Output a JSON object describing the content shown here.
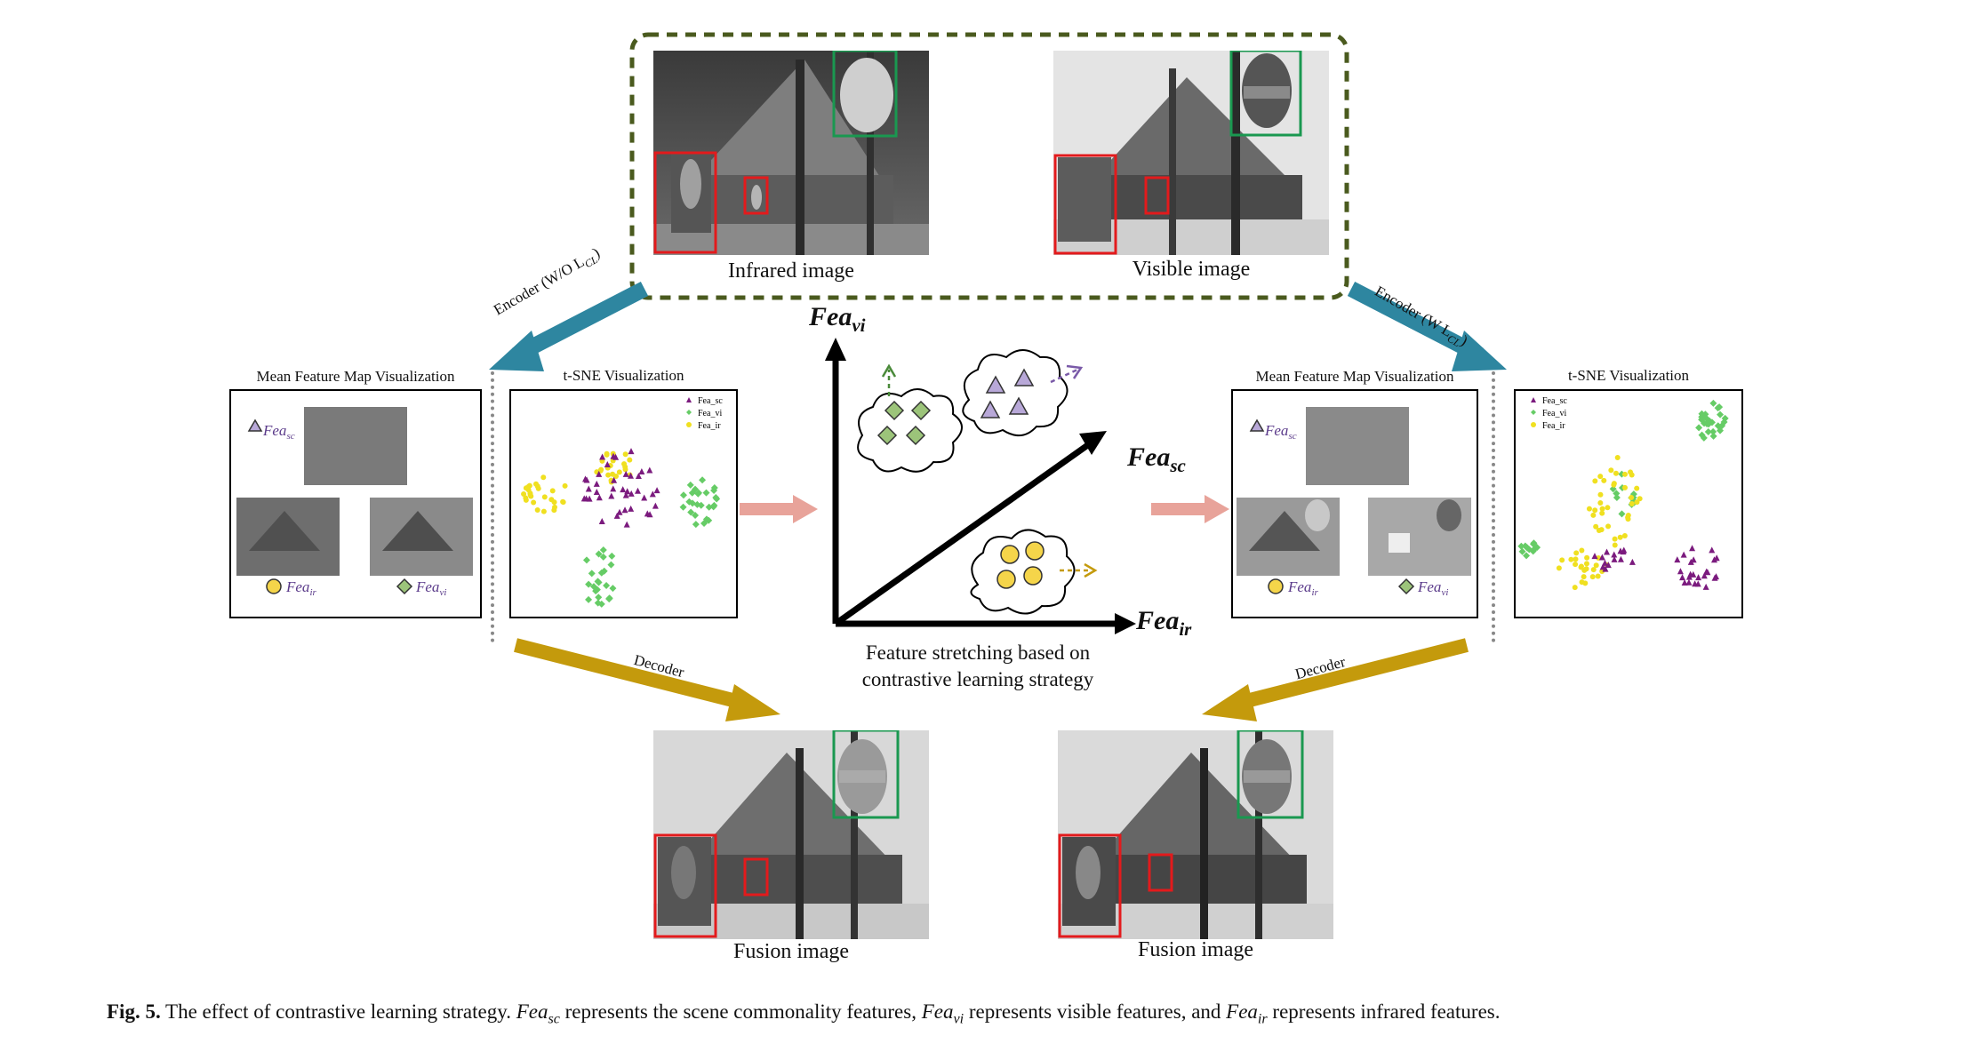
{
  "images": {
    "infrared": "Infrared image",
    "visible": "Visible image",
    "fusion_left": "Fusion image",
    "fusion_right": "Fusion image"
  },
  "arrows": {
    "encoder_left": "Encoder (W/O L",
    "encoder_left_sub": "CL",
    "encoder_left_end": ")",
    "encoder_right": "Encoder (W L",
    "encoder_right_sub": "CL",
    "encoder_right_end": ")",
    "decoder_left": "Decoder",
    "decoder_right": "Decoder"
  },
  "left_panels": {
    "mean_title": "Mean Feature Map Visualization",
    "tsne_title": "t-SNE Visualization"
  },
  "right_panels": {
    "mean_title": "Mean Feature Map Visualization",
    "tsne_title": "t-SNE Visualization"
  },
  "features": {
    "fea": "Fea",
    "sc": "sc",
    "ir": "ir",
    "vi": "vi"
  },
  "legend": {
    "sc": "Fea_sc",
    "vi": "Fea_vi",
    "ir": "Fea_ir"
  },
  "center": {
    "caption_line1": "Feature stretching based on",
    "caption_line2": "contrastive learning strategy"
  },
  "figure_caption": {
    "label": "Fig. 5.",
    "text1": "The effect of contrastive learning strategy.",
    "text2": "represents the scene commonality features,",
    "text3": "represents visible features, and",
    "text4": "represents infrared features."
  },
  "colors": {
    "encoder": "#2e86a0",
    "decoder": "#c49a0c",
    "pink_arrow": "#e8a39a",
    "green_box": "#1a9850",
    "red_box": "#e31a1c",
    "dashed_frame": "#4a5a1e",
    "sc_marker": "#7b1b7e",
    "vi_marker": "#66cc66",
    "ir_marker": "#f0e020",
    "legend_text": "#5a3a8a"
  }
}
